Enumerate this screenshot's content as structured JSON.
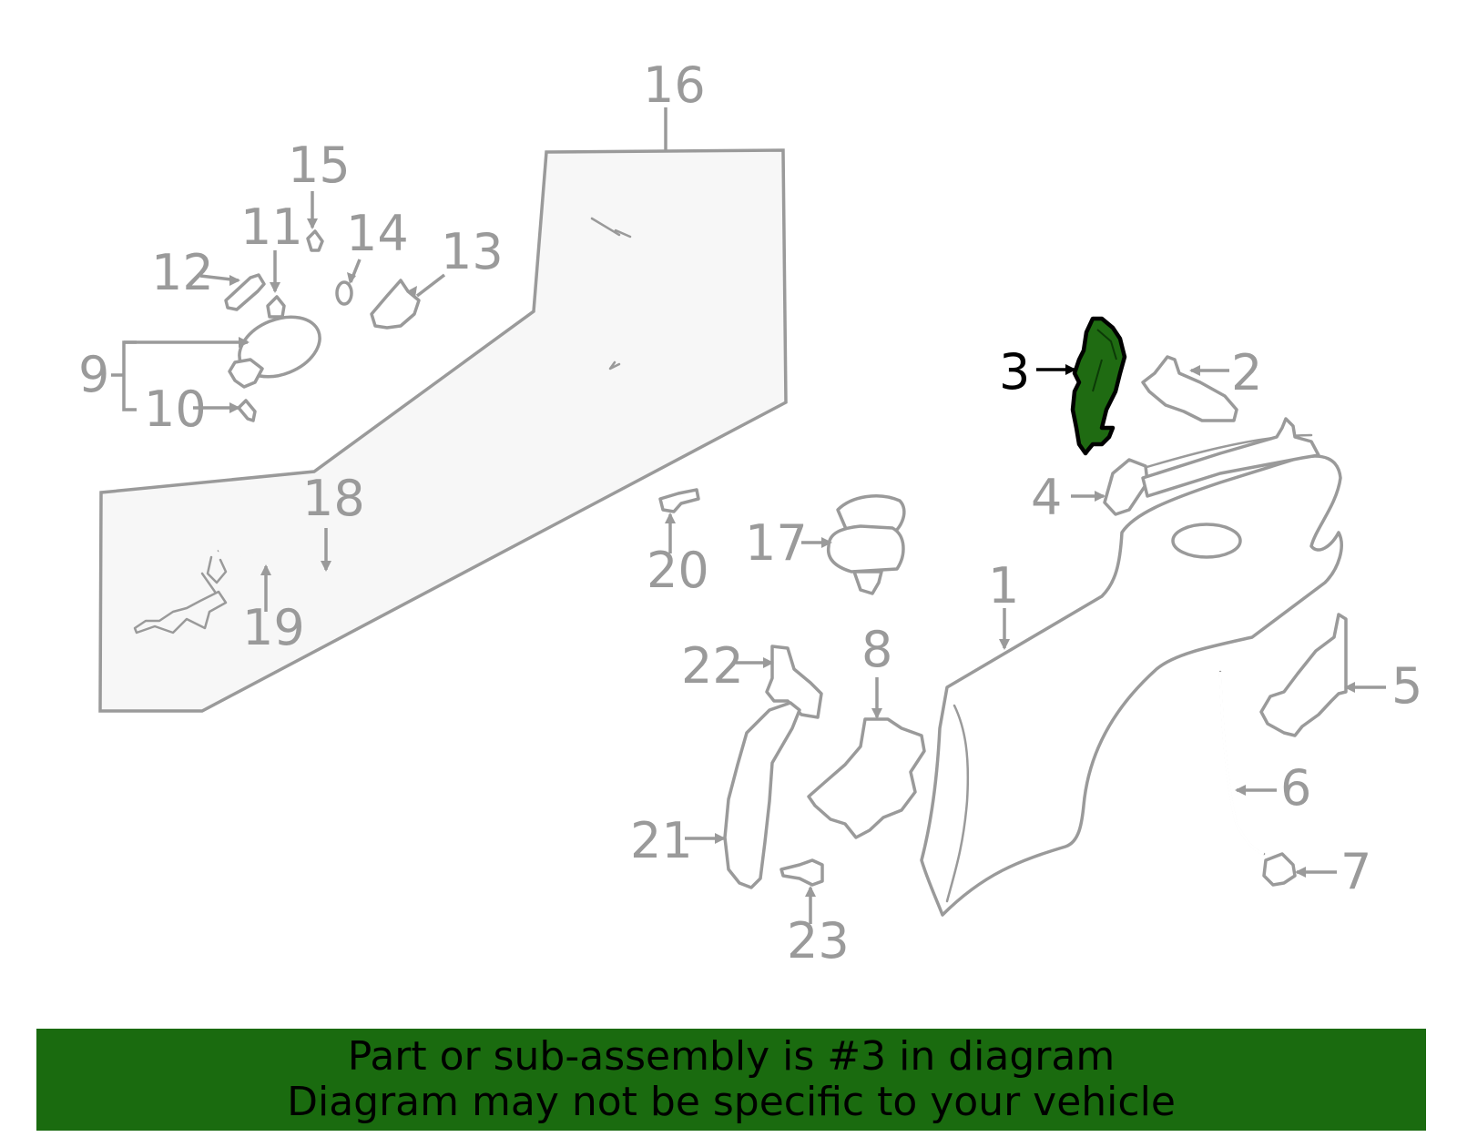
{
  "highlight": {
    "callout": "3",
    "fill_color": "#1f6b12",
    "outline_color": "#000000"
  },
  "colors": {
    "line_gray": "#9a9a9a",
    "box_fill": "#f7f7f7",
    "banner_green": "#1a6b0f",
    "banner_text": "#000000"
  },
  "callouts": {
    "c1": "1",
    "c2": "2",
    "c3": "3",
    "c4": "4",
    "c5": "5",
    "c6": "6",
    "c7": "7",
    "c8": "8",
    "c9": "9",
    "c10": "10",
    "c11": "11",
    "c12": "12",
    "c13": "13",
    "c14": "14",
    "c15": "15",
    "c16": "16",
    "c17": "17",
    "c18": "18",
    "c19": "19",
    "c20": "20",
    "c21": "21",
    "c22": "22",
    "c23": "23"
  },
  "banner": {
    "line1": "Part or sub-assembly is #3 in diagram",
    "line2": "Diagram may not be specific to your vehicle"
  }
}
